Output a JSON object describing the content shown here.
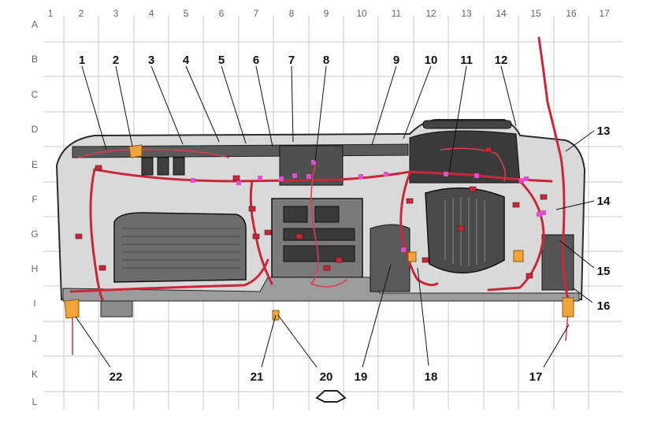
{
  "grid": {
    "columns": [
      "1",
      "2",
      "3",
      "4",
      "5",
      "6",
      "7",
      "8",
      "9",
      "10",
      "11",
      "12",
      "13",
      "14",
      "15",
      "16",
      "17"
    ],
    "rows": [
      "A",
      "B",
      "C",
      "D",
      "E",
      "F",
      "G",
      "H",
      "I",
      "J",
      "K",
      "L"
    ]
  },
  "callouts": [
    {
      "id": "c1",
      "label": "1"
    },
    {
      "id": "c2",
      "label": "2"
    },
    {
      "id": "c3",
      "label": "3"
    },
    {
      "id": "c4",
      "label": "4"
    },
    {
      "id": "c5",
      "label": "5"
    },
    {
      "id": "c6",
      "label": "6"
    },
    {
      "id": "c7",
      "label": "7"
    },
    {
      "id": "c8",
      "label": "8"
    },
    {
      "id": "c9",
      "label": "9"
    },
    {
      "id": "c10",
      "label": "10"
    },
    {
      "id": "c11",
      "label": "11"
    },
    {
      "id": "c12",
      "label": "12"
    },
    {
      "id": "c13",
      "label": "13"
    },
    {
      "id": "c14",
      "label": "14"
    },
    {
      "id": "c15",
      "label": "15"
    },
    {
      "id": "c16",
      "label": "16"
    },
    {
      "id": "c17",
      "label": "17"
    },
    {
      "id": "c18",
      "label": "18"
    },
    {
      "id": "c19",
      "label": "19"
    },
    {
      "id": "c20",
      "label": "20"
    },
    {
      "id": "c21",
      "label": "21"
    },
    {
      "id": "c22",
      "label": "22"
    }
  ],
  "colors": {
    "harness": "#c8283a",
    "connector_highlight": "#e14fd0",
    "orange_component": "#f2a33a",
    "panel_dark": "#2b2b2b",
    "panel_mid": "#8a8a8a",
    "panel_light": "#d9d9d9"
  },
  "icons": {
    "view_direction": "view-direction-arrow-icon"
  }
}
